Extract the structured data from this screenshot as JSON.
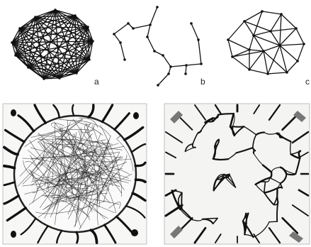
{
  "figure": {
    "panels": [
      {
        "id": "a",
        "letter": "a",
        "kind": "complete-graph",
        "node_count": 13
      },
      {
        "id": "b",
        "letter": "b",
        "kind": "spanning-tree",
        "node_count": 17
      },
      {
        "id": "c",
        "letter": "c",
        "kind": "sparse-network",
        "node_count": 16
      },
      {
        "id": "d",
        "letter": "",
        "kind": "slime-mold-network-dense"
      },
      {
        "id": "e",
        "letter": "",
        "kind": "slime-mold-network-pruned"
      }
    ]
  }
}
